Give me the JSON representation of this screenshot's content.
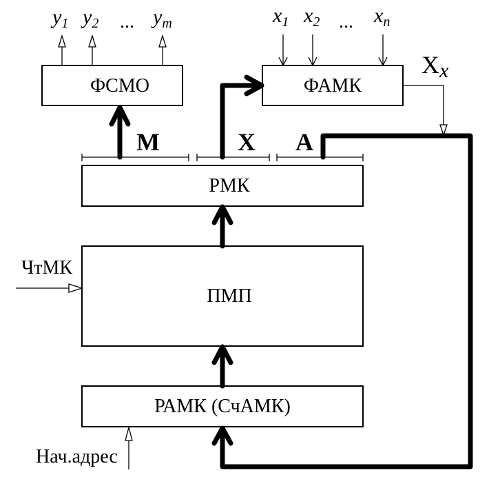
{
  "blocks": {
    "fsmo": "ФСМО",
    "famk": "ФАМК",
    "rmk": "РМК",
    "pmp": "ПМП",
    "ramk": "РАМК (СчАМК)"
  },
  "fields": {
    "m": "M",
    "x": "X",
    "a": "A"
  },
  "outputs": {
    "var": "y",
    "subs": [
      "1",
      "2",
      "m"
    ],
    "ellipsis": "..."
  },
  "inputs": {
    "var": "x",
    "subs": [
      "1",
      "2",
      "n"
    ],
    "ellipsis": "..."
  },
  "labels": {
    "xx_main": "X",
    "xx_sub": "x",
    "read": "ЧтМК",
    "start_address": "Нач.адрес"
  }
}
